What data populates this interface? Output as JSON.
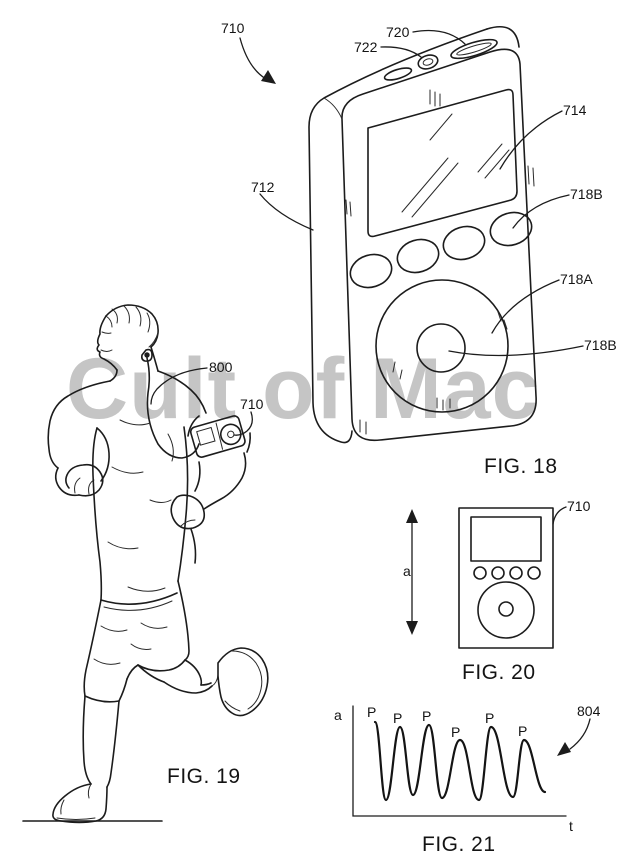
{
  "watermark": {
    "text": "Cult of Mac",
    "color": "#c5c5c5"
  },
  "fig18": {
    "caption": "FIG. 18",
    "ref": {
      "device": "710",
      "slot": "720",
      "top_button": "722",
      "display": "714",
      "housing": "712",
      "side_button": "718B",
      "wheel": "718A",
      "center_button": "718B"
    }
  },
  "fig19": {
    "caption": "FIG. 19",
    "ref": {
      "headset": "800",
      "device": "710"
    }
  },
  "fig20": {
    "caption": "FIG. 20",
    "dimension": "a",
    "ref": {
      "device": "710"
    }
  },
  "fig21": {
    "caption": "FIG. 21",
    "axis_y": "a",
    "axis_x": "t",
    "ref_signal": "804",
    "peaks": [
      "P",
      "P",
      "P",
      "P",
      "P",
      "P"
    ]
  },
  "chart_data": {
    "type": "line",
    "title": "FIG. 21",
    "xlabel": "t",
    "ylabel": "a",
    "legend": [],
    "grid": false,
    "x": [
      0,
      1,
      2,
      3,
      4,
      5,
      6,
      7,
      8,
      9,
      10,
      11
    ],
    "y": [
      0.95,
      0.18,
      0.9,
      0.2,
      0.92,
      0.18,
      0.75,
      0.15,
      0.9,
      0.18,
      0.76,
      0.25
    ],
    "peak_labels": [
      "P",
      "P",
      "P",
      "P",
      "P",
      "P"
    ],
    "annotation": "804"
  }
}
